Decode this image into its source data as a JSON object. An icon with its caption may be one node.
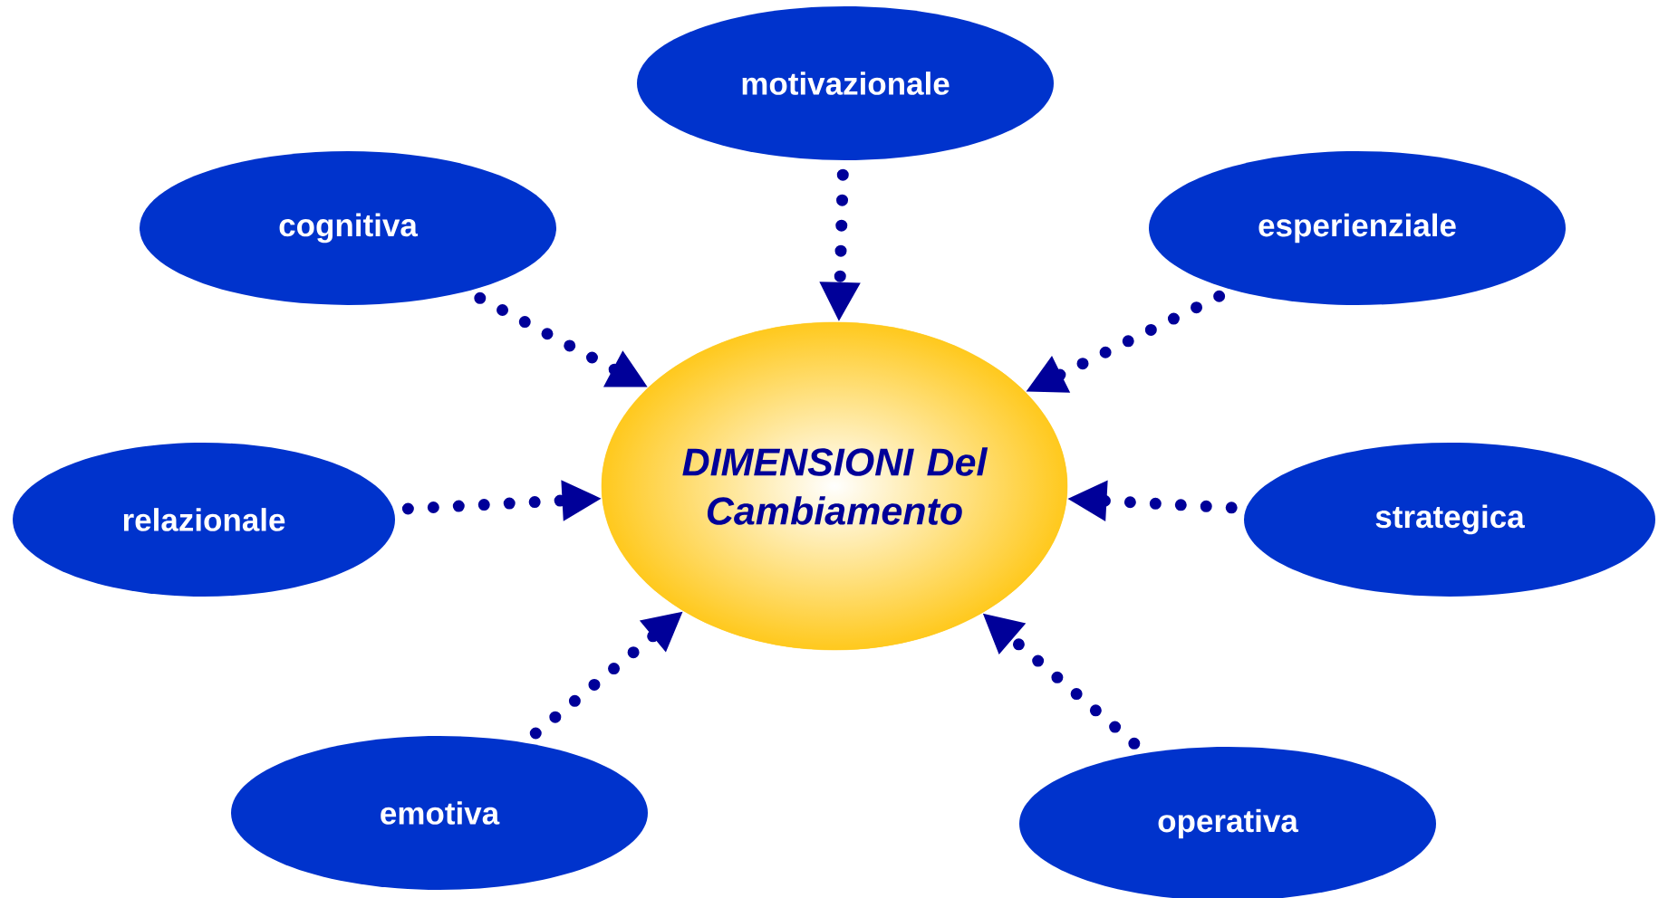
{
  "diagram": {
    "nodes": [
      {
        "text": [
          "motivazionale"
        ]
      },
      {
        "text": [
          "cognitiva"
        ]
      },
      {
        "text": [
          "esperienziale"
        ]
      },
      {
        "text": [
          "relazionale"
        ]
      },
      {
        "text": [
          "DIMENSIONI Del Cambiamento"
        ]
      },
      {
        "text": [
          "strategica"
        ]
      },
      {
        "text": [
          "emotiva"
        ]
      },
      {
        "text": [
          "operativa"
        ]
      }
    ],
    "edges": [
      {
        "from": 0,
        "to": 4,
        "arrow": "to"
      },
      {
        "from": 1,
        "to": 4,
        "arrow": "to"
      },
      {
        "from": 2,
        "to": 4,
        "arrow": "to"
      },
      {
        "from": 3,
        "to": 4,
        "arrow": "to"
      },
      {
        "from": 5,
        "to": 4,
        "arrow": "to"
      },
      {
        "from": 6,
        "to": 4,
        "arrow": "to"
      },
      {
        "from": 7,
        "to": 4,
        "arrow": "to"
      }
    ]
  }
}
